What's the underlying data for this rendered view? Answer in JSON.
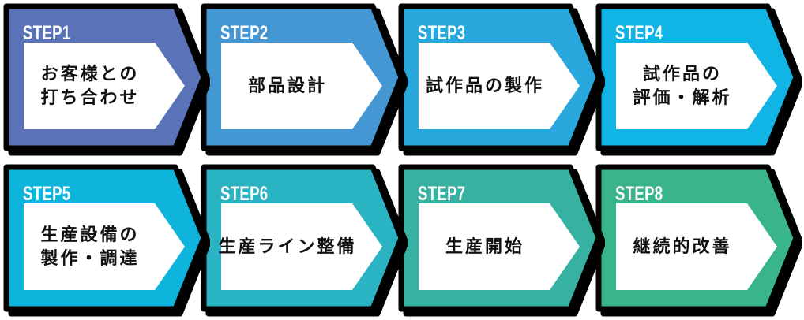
{
  "diagram": {
    "type": "process-flow",
    "direction": "left-to-right",
    "rows": 2,
    "columns": 4,
    "shadow_color": "#000000",
    "inner_fill": "#ffffff",
    "label_color": "#ffffff",
    "text_color": "#111111",
    "steps": [
      {
        "label": "STEP1",
        "color": "#5a73b8",
        "text_lines": [
          "お客様との",
          "打ち合わせ"
        ]
      },
      {
        "label": "STEP2",
        "color": "#4497d3",
        "text_lines": [
          "部品設計"
        ]
      },
      {
        "label": "STEP3",
        "color": "#29a8dd",
        "text_lines": [
          "試作品の製作"
        ]
      },
      {
        "label": "STEP4",
        "color": "#10b4e5",
        "text_lines": [
          "試作品の",
          "評価・解析"
        ]
      },
      {
        "label": "STEP5",
        "color": "#0fb4dc",
        "text_lines": [
          "生産設備の",
          "製作・調達"
        ]
      },
      {
        "label": "STEP6",
        "color": "#2ab4c3",
        "text_lines": [
          "生産ライン整備"
        ]
      },
      {
        "label": "STEP7",
        "color": "#37b1a1",
        "text_lines": [
          "生産開始"
        ]
      },
      {
        "label": "STEP8",
        "color": "#3ab48d",
        "text_lines": [
          "継続的改善"
        ]
      }
    ]
  }
}
